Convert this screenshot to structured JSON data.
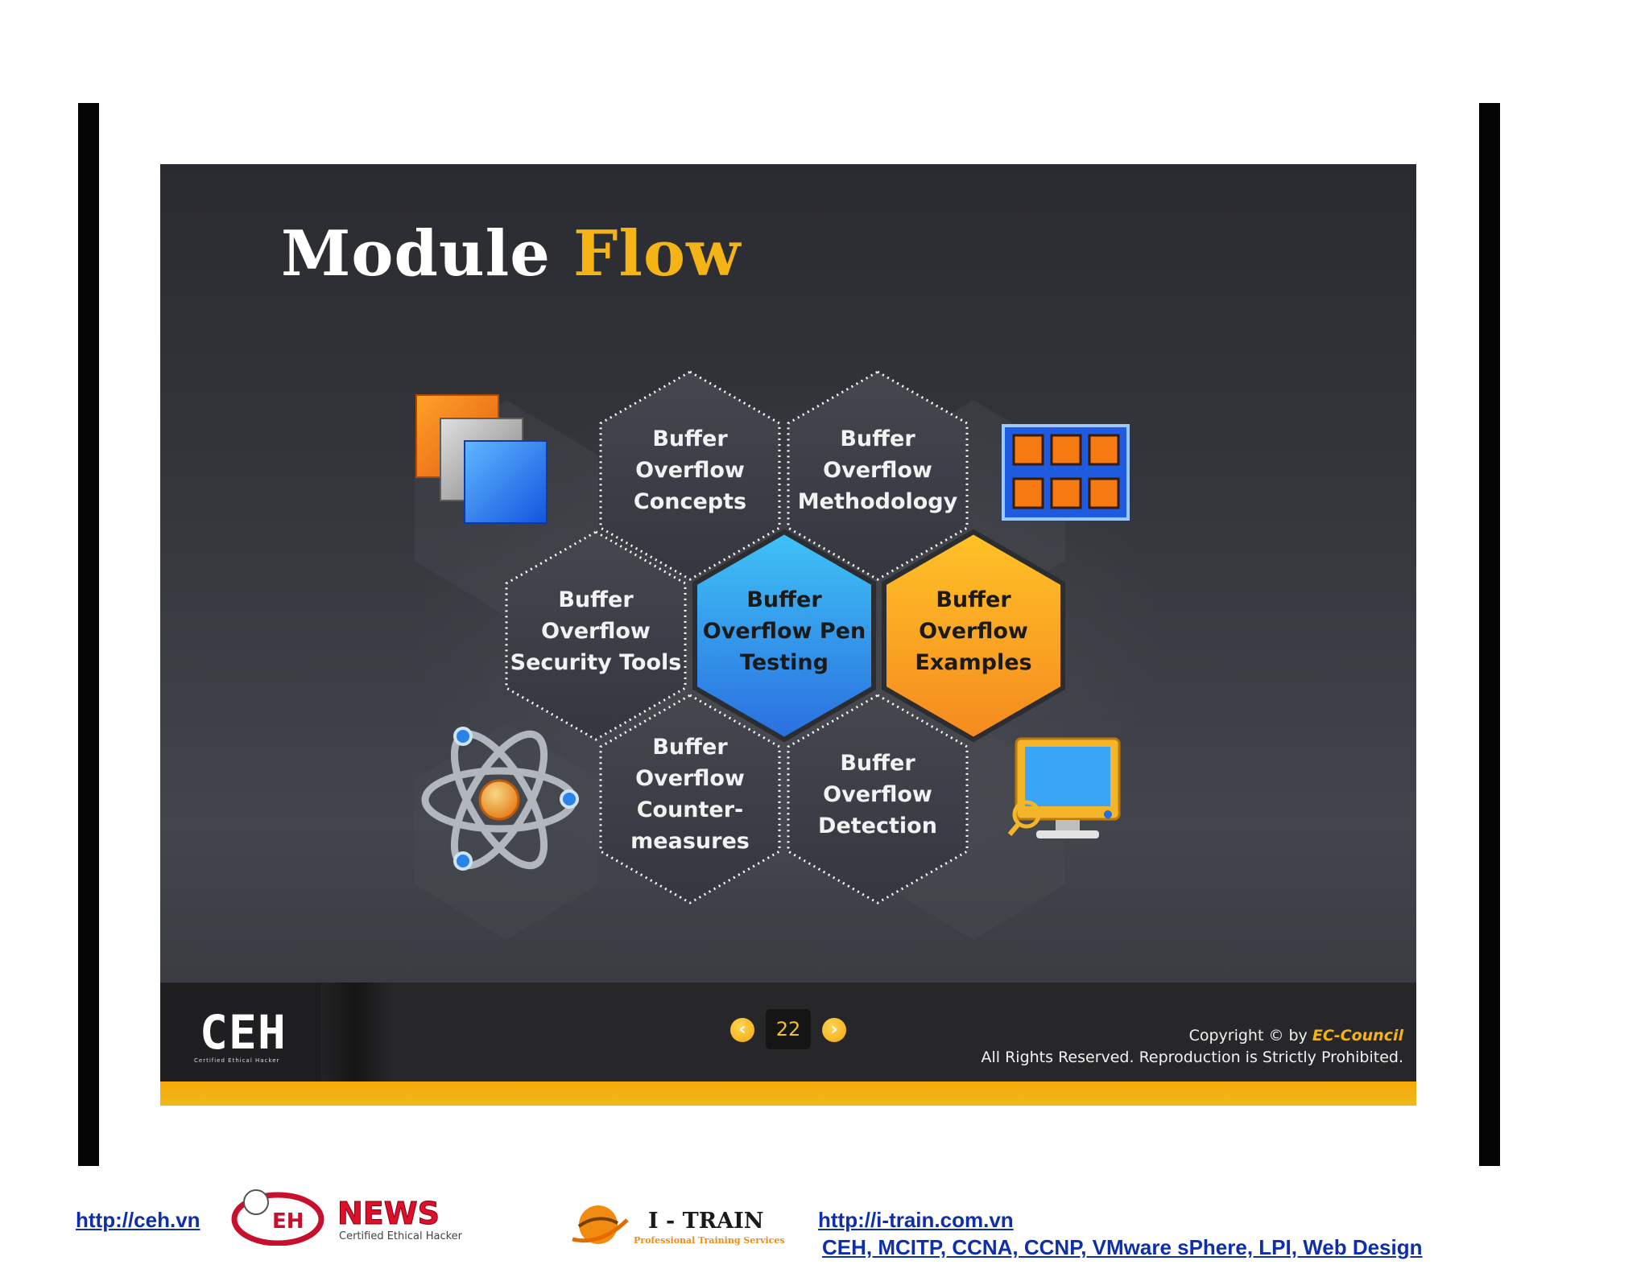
{
  "slide": {
    "title_main": "Module",
    "title_accent": "Flow",
    "hexagons": [
      {
        "lines": [
          "Buffer",
          "Overflow",
          "Concepts"
        ]
      },
      {
        "lines": [
          "Buffer",
          "Overflow",
          "Methodology"
        ]
      },
      {
        "lines": [
          "Buffer",
          "Overflow",
          "Security Tools"
        ]
      },
      {
        "lines": [
          "Buffer",
          "Overflow Pen",
          "Testing"
        ]
      },
      {
        "lines": [
          "Buffer",
          "Overflow",
          "Examples"
        ]
      },
      {
        "lines": [
          "Buffer",
          "Overflow",
          "Counter-",
          "measures"
        ]
      },
      {
        "lines": [
          "Buffer",
          "Overflow",
          "Detection"
        ]
      }
    ],
    "icons": [
      "windows-stack-icon",
      "grid-panel-icon",
      "atom-icon",
      "monitor-magnifier-icon"
    ],
    "footer": {
      "logo_text": "CEH",
      "logo_subtext": "Certified Ethical Hacker",
      "page_number": "22",
      "prev_symbol": "‹",
      "next_symbol": "›",
      "copyright_prefix": "Copyright © by",
      "copyright_brand": "EC-Council",
      "rights": "All Rights Reserved. Reproduction is Strictly Prohibited."
    }
  },
  "page_footer": {
    "ceh_link": "http://ceh.vn",
    "news_logo_text": "NEWS",
    "news_logo_ceh": "EH",
    "news_logo_sub": "Certified Ethical Hacker",
    "itrain_logo_text": "I - TRAIN",
    "itrain_logo_sub": "Professional Training Services",
    "itrain_link": "http://i-train.com.vn",
    "courses_link": "CEH, MCITP, CCNA, CCNP, VMware sPhere, LPI, Web Design"
  },
  "colors": {
    "accent_yellow": "#f4b415",
    "hex_blue": "#2f9bef",
    "hex_orange": "#f9a21b",
    "link_blue": "#0f2faa"
  }
}
